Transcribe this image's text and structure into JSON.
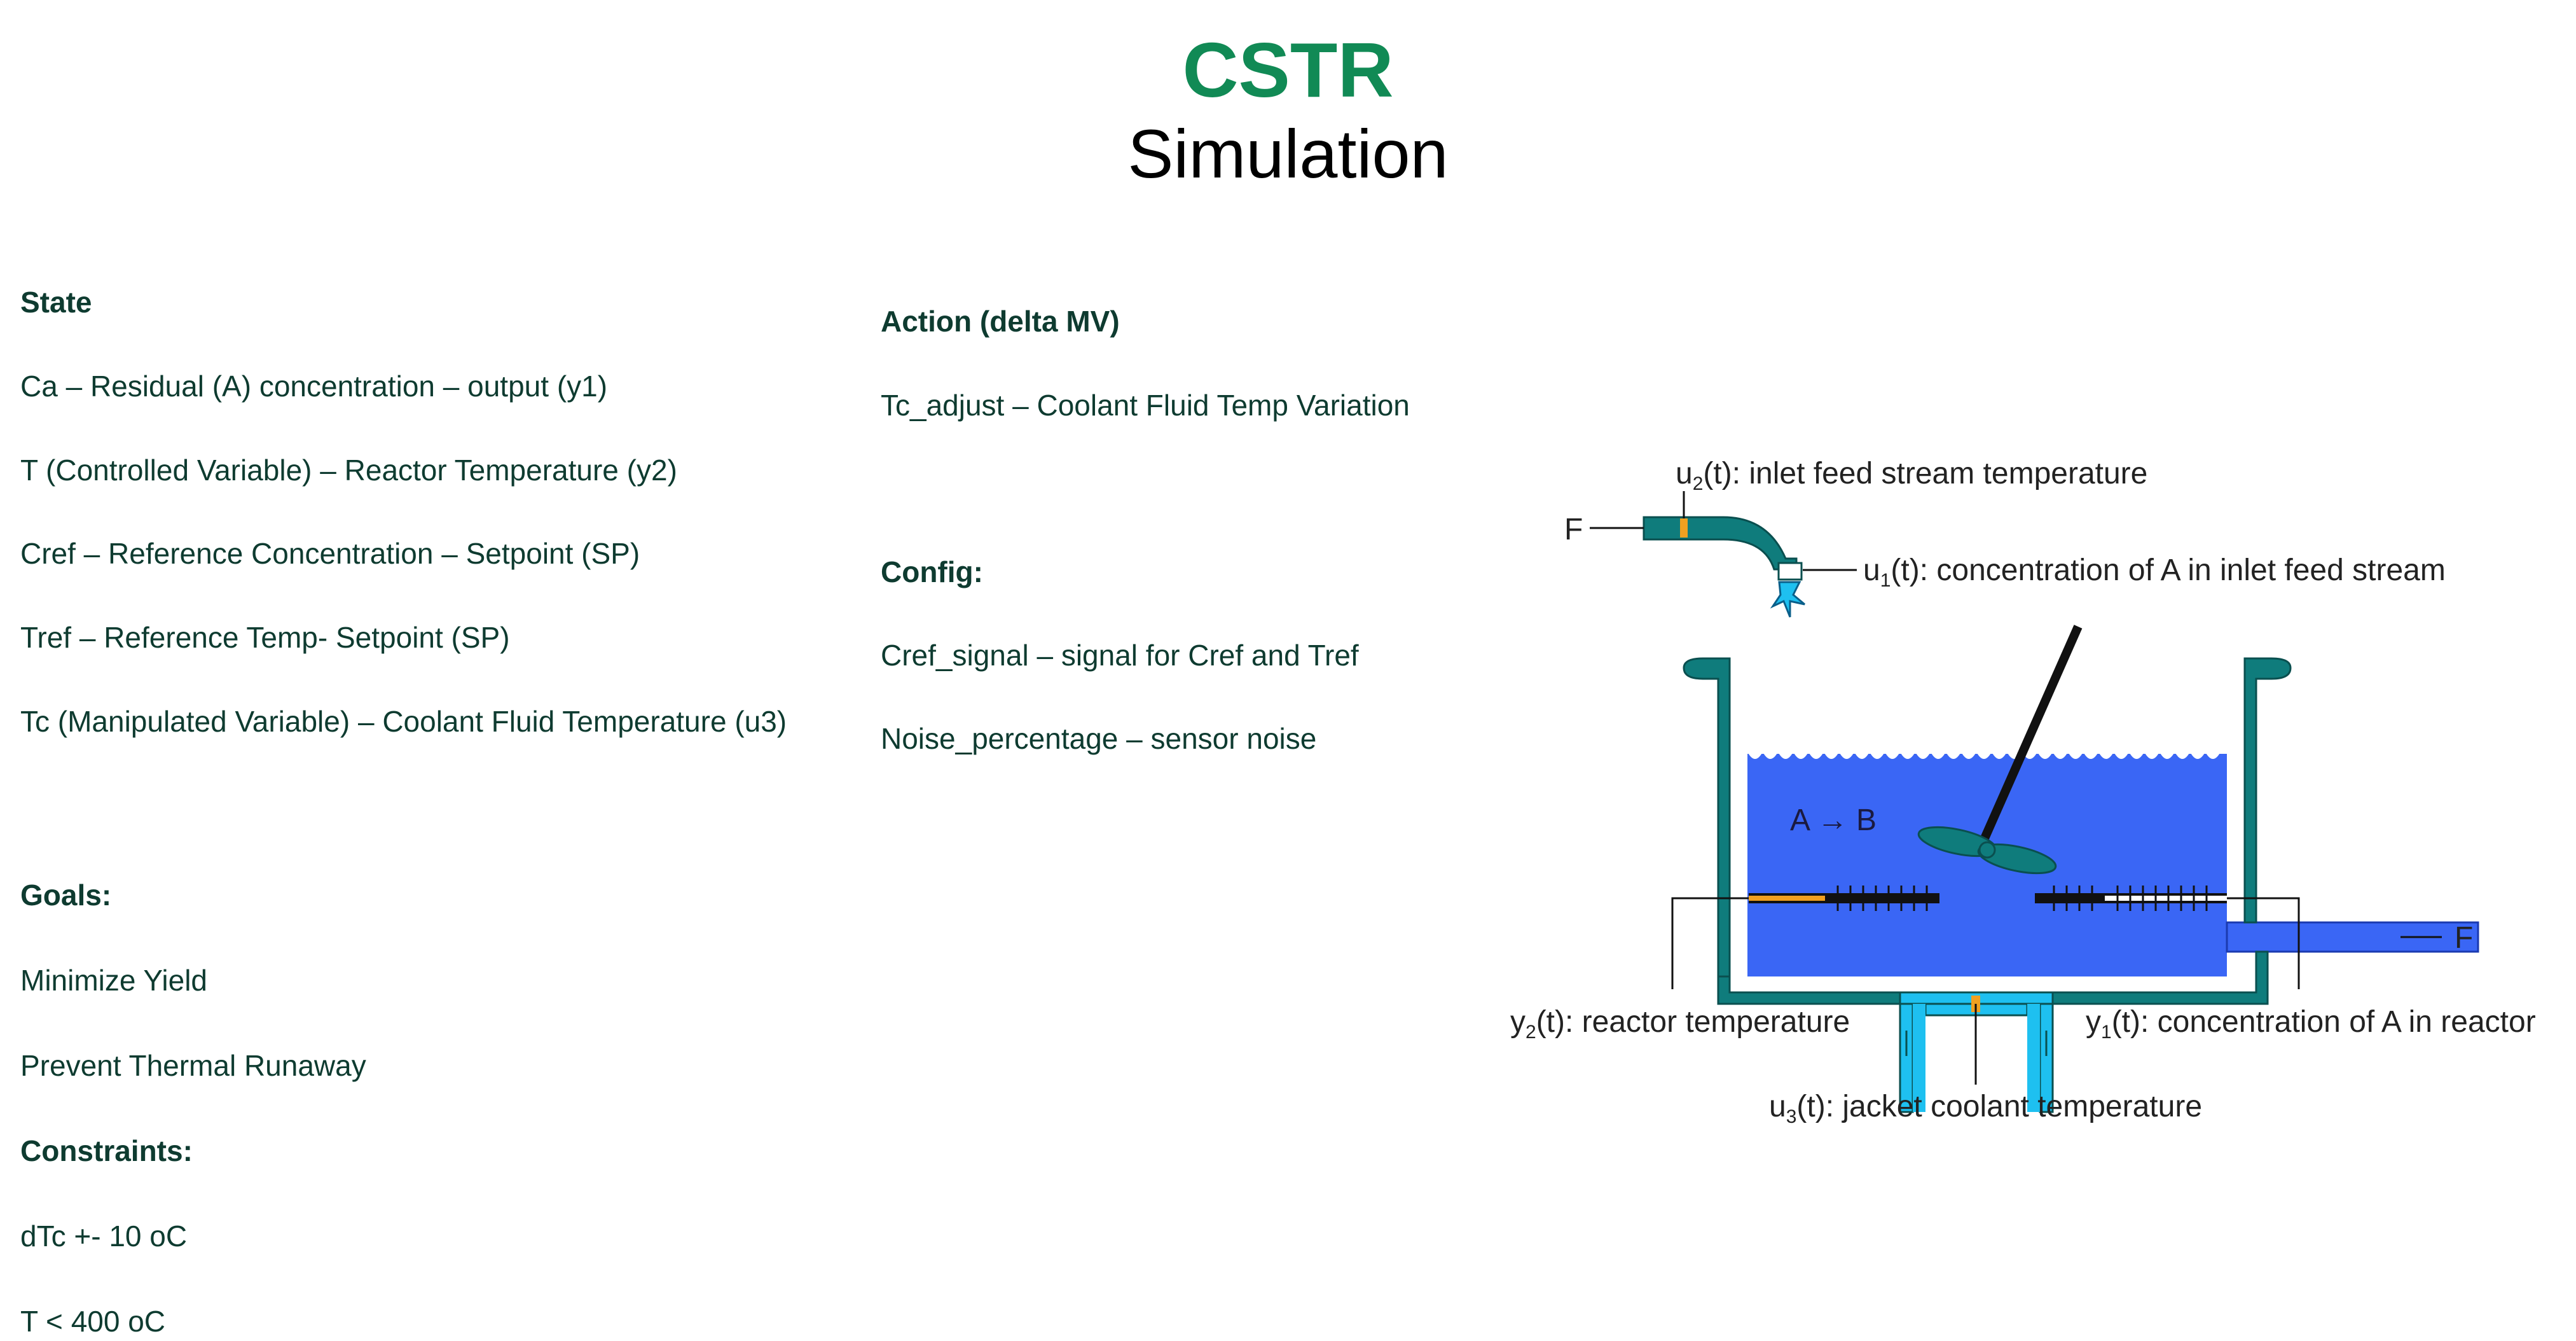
{
  "title": {
    "main": "CSTR",
    "sub": "Simulation"
  },
  "state": {
    "heading": "State",
    "items": [
      "Ca – Residual (A) concentration – output (y1)",
      "T (Controlled Variable) – Reactor Temperature (y2)",
      "Cref – Reference Concentration – Setpoint (SP)",
      "Tref – Reference Temp- Setpoint (SP)",
      "Tc (Manipulated Variable) – Coolant Fluid Temperature (u3)"
    ]
  },
  "goals": {
    "heading": "Goals:",
    "items": [
      "Minimize Yield",
      "Prevent Thermal Runaway"
    ]
  },
  "constraints": {
    "heading": "Constraints:",
    "items": [
      "dTc +- 10  oC",
      "T < 400 oC"
    ]
  },
  "action": {
    "heading": "Action (delta MV)",
    "items": [
      "Tc_adjust – Coolant Fluid Temp Variation"
    ]
  },
  "config": {
    "heading": "Config:",
    "items": [
      "Cref_signal – signal for Cref and Tref",
      "Noise_percentage – sensor noise"
    ]
  },
  "diagram": {
    "u2": {
      "sym": "u",
      "idx": "2",
      "text": "(t): inlet feed stream temperature"
    },
    "u1": {
      "sym": "u",
      "idx": "1",
      "text": "(t): concentration of A in inlet feed stream"
    },
    "u3": {
      "sym": "u",
      "idx": "3",
      "text": "(t): jacket coolant temperature"
    },
    "y2": {
      "sym": "y",
      "idx": "2",
      "text": "(t): reactor temperature"
    },
    "y1": {
      "sym": "y",
      "idx": "1",
      "text": "(t): concentration of A in reactor"
    },
    "feed_in": "F",
    "feed_out": "F",
    "reaction": "A → B",
    "colors": {
      "vessel": "#0f7c7c",
      "liquid": "#3a66f5",
      "coolant": "#1ec0f0",
      "sensor": "#f0a020",
      "title": "#118a55",
      "text": "#0e3b30"
    }
  }
}
